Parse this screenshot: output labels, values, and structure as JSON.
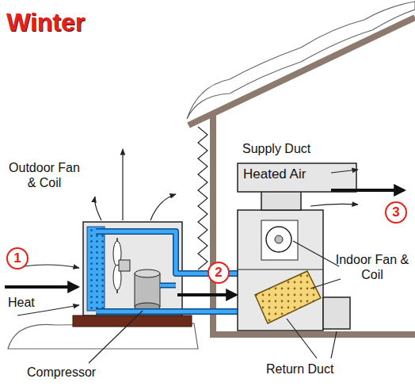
{
  "diagram": {
    "title": "Winter",
    "nodes": [
      {
        "text": [
          "Heated Air"
        ]
      }
    ],
    "labels": [
      "Outdoor Fan & Coil",
      "1",
      "Heat",
      "Compressor",
      "2",
      "Supply Duct",
      "3",
      "Indoor Fan & Coil",
      "Return Duct"
    ]
  }
}
